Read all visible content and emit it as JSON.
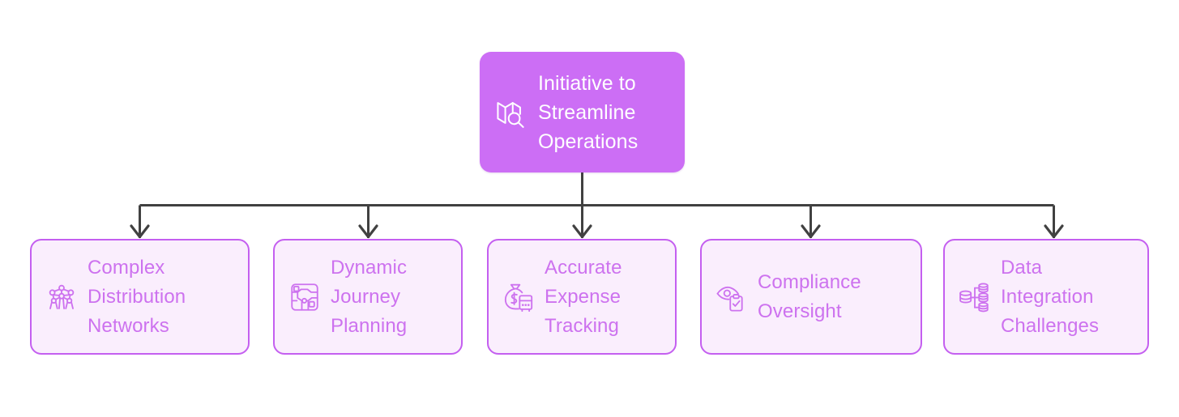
{
  "diagram": {
    "type": "hierarchy-tree",
    "orientation": "top-down",
    "colors": {
      "root_fill": "#cc6ef5",
      "root_text": "#ffffff",
      "child_fill": "#faeefd",
      "child_border": "#c45ff0",
      "child_text": "#cd72ef",
      "connector": "#414141",
      "background": "#ffffff"
    },
    "root": {
      "label": "Initiative to\nStreamline\nOperations",
      "icon": "map-search-icon"
    },
    "children": [
      {
        "label": "Complex\nDistribution\nNetworks",
        "icon": "distribution-network-icon"
      },
      {
        "label": "Dynamic\nJourney\nPlanning",
        "icon": "route-grid-icon"
      },
      {
        "label": "Accurate\nExpense\nTracking",
        "icon": "money-bag-calculator-icon"
      },
      {
        "label": "Compliance\nOversight",
        "icon": "eye-clipboard-check-icon"
      },
      {
        "label": "Data\nIntegration\nChallenges",
        "icon": "database-integration-icon"
      }
    ]
  }
}
